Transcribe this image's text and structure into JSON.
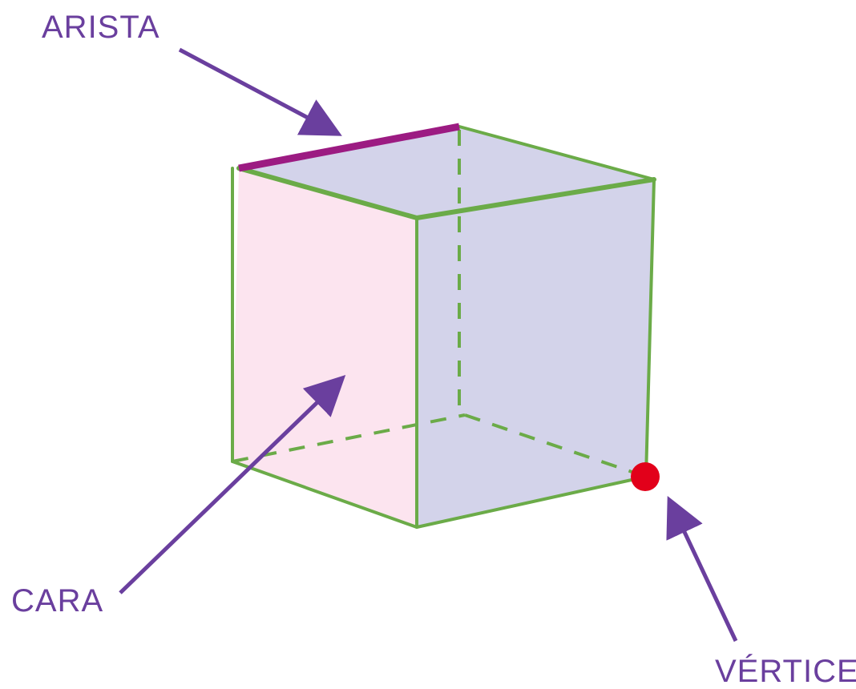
{
  "labels": {
    "edge": "ARISTA",
    "face": "CARA",
    "vertex": "VÉRTICE"
  },
  "colors": {
    "label": "#6a3f9e",
    "arrow": "#6a3f9e",
    "cube_edge": "#6bab48",
    "front_face": "#fce4ef",
    "side_face": "#d3d3ea",
    "highlighted_edge": "#9c1b82",
    "vertex_dot": "#e2001a"
  },
  "icons": {
    "arrow": "arrow-icon"
  }
}
